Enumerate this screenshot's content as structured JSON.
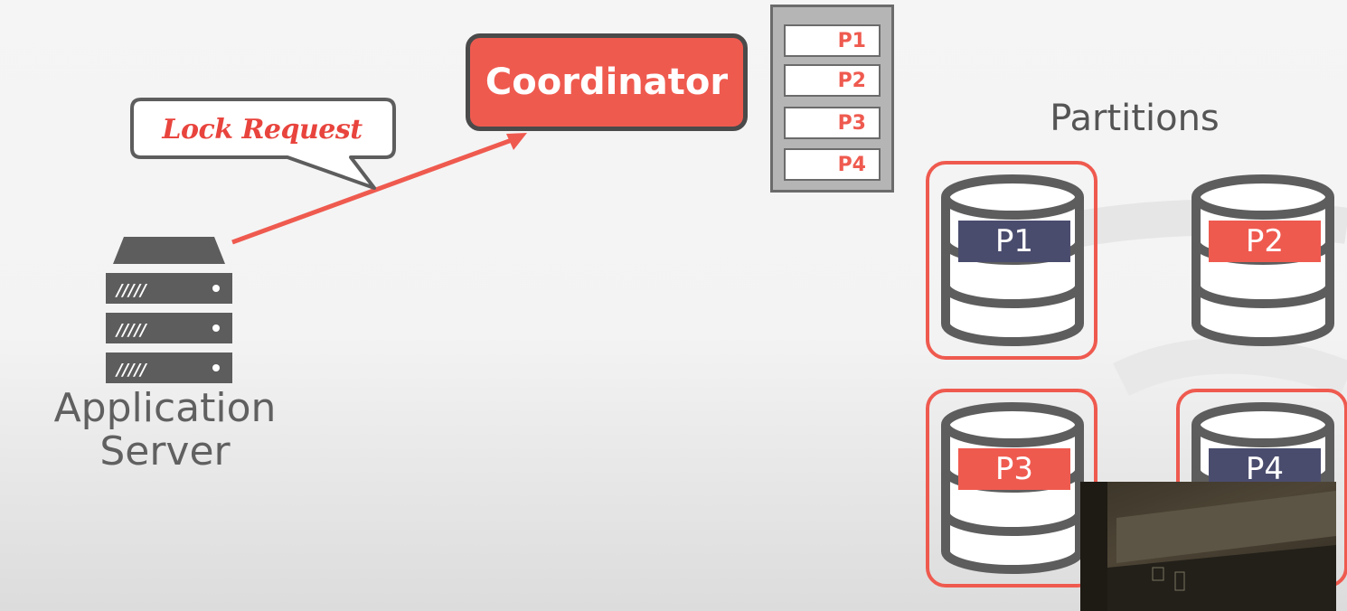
{
  "coordinator": {
    "label": "Coordinator"
  },
  "lock_table": {
    "rows": [
      "P1",
      "P2",
      "P3",
      "P4"
    ]
  },
  "request": {
    "label": "Lock Request"
  },
  "application_server": {
    "line1": "Application",
    "line2": "Server"
  },
  "partitions": {
    "title": "Partitions",
    "items": [
      {
        "label": "P1",
        "band_color": "#4a4c6e",
        "locked": true
      },
      {
        "label": "P2",
        "band_color": "#ef5a4f",
        "locked": false
      },
      {
        "label": "P3",
        "band_color": "#ef5a4f",
        "locked": true
      },
      {
        "label": "P4",
        "band_color": "#4a4c6e",
        "locked": true
      }
    ]
  },
  "colors": {
    "accent": "#ef5a4f",
    "dark": "#4a4c6e",
    "gray": "#5d5d5d"
  }
}
